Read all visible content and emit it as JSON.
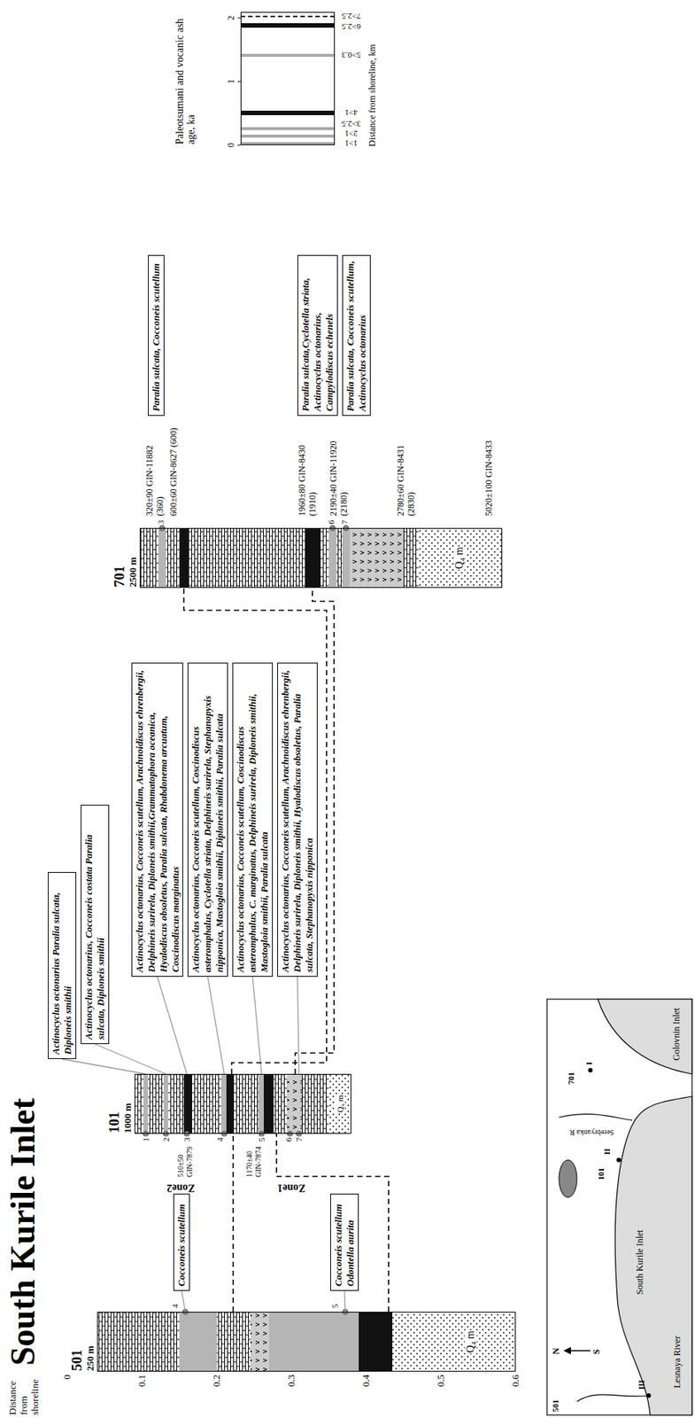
{
  "diagram": {
    "title": "South Kurile Inlet",
    "nodes": [
      {
        "text": [
          "501",
          "250 m"
        ]
      },
      {
        "text": [
          "Cocconeis scutellum"
        ]
      },
      {
        "text": [
          "Cocconeis scutellum Odontella aurita"
        ]
      },
      {
        "text": [
          "101",
          "1000 m"
        ]
      },
      {
        "text": [
          "Actinocyclus octonarius Paralia sulcata, Diploneis smithii"
        ]
      },
      {
        "text": [
          "Actinocyclus octonarius, Cocconeis costata Paralia sulcata, Diploneis smithii"
        ]
      },
      {
        "text": [
          "Actinocyclus octonarius, Cocconeis scutellum, Arachnoidiscus ehrenbergii, Delphineis surirela, Diploneis smithii,Grammatophora oceanica, Hyalodiscus obsoletus, Paralia sulcata, Rhabdonema arcuatum, Coscinodiscus marginatus"
        ]
      },
      {
        "text": [
          "Actinocyclus octonarius, Cocconeis scutellum, Coscinodiscus asteromphalus, Cyclotella striata, Delphineis surirela, Stephanopyxis nipponica, Mastogloia smithii, Diploneis smithii, Paralia sulcata"
        ]
      },
      {
        "text": [
          "Actinocyclus octonarius, Cocconeis scutellum, Coscinodiscus asteromphalus, C. marginatus, Delphineis surirela, Diploneis smithii, Mastogloia smithii, Paralia sulcata"
        ]
      },
      {
        "text": [
          "Actinocyclus octonarius, Cocconeis scutellum, Arachnoidiscus ehrenbergii, Delphineis surirela, Diploneis smithii, Hyalodiscus obsoletus, Paralia sulcata, Stephanopyxis nipponica"
        ]
      },
      {
        "text": [
          "701",
          "2500 m"
        ]
      },
      {
        "text": [
          "Paralia sulcata, Cocconeis scutellum"
        ]
      },
      {
        "text": [
          "Paralia sulcata,Cyclotella striata, Actinocyclus octonarius, Campylodiscus echenels"
        ]
      },
      {
        "text": [
          "Paralia sulcata, Cocconeis scutellum, Actinocyclus octonarius"
        ]
      },
      {
        "text": [
          "Paleotsumani and vocanic ash age, ka"
        ]
      }
    ],
    "edges": [
      {
        "from": 0,
        "to": 1,
        "arrow": "none"
      },
      {
        "from": 0,
        "to": 2,
        "arrow": "none"
      },
      {
        "from": 0,
        "to": 3,
        "arrow": "none"
      },
      {
        "from": 0,
        "to": 3,
        "arrow": "none"
      },
      {
        "from": 3,
        "to": 4,
        "arrow": "none"
      },
      {
        "from": 3,
        "to": 5,
        "arrow": "none"
      },
      {
        "from": 3,
        "to": 6,
        "arrow": "none"
      },
      {
        "from": 3,
        "to": 7,
        "arrow": "none"
      },
      {
        "from": 3,
        "to": 8,
        "arrow": "none"
      },
      {
        "from": 3,
        "to": 9,
        "arrow": "none"
      },
      {
        "from": 3,
        "to": 10,
        "arrow": "none"
      },
      {
        "from": 3,
        "to": 10,
        "arrow": "none"
      }
    ],
    "labels": [
      "Distance from shoreline",
      "0",
      "0.1",
      "0.2",
      "0.3",
      "0.4",
      "0.5",
      "0.6",
      "4",
      "5",
      "Q₄ m",
      "Zone2",
      "Zone1",
      "1",
      "2",
      "3",
      "4",
      "5",
      "6",
      "7",
      "510±50 GIN-7879",
      "1170±40 GIN-7874",
      "Q₄ m",
      "3",
      "6",
      "7",
      "320±90 GIN-11882 (360)",
      "600±60 GIN-8627 (600)",
      "1960±80 GIN-8430 (1910)",
      "2190±40 GIN-11920 (2180)",
      "2780±60 GIN-8431 (2830)",
      "5020±100 GIN-8433",
      "Q₄ m",
      "0",
      "1",
      "2",
      "1>1",
      "2>1",
      "3>2.5",
      "4>1",
      "5>0.3",
      "6>2.5",
      "7>2.5",
      "Distance from shoreline, km",
      "N",
      "S",
      "Golovnin Inlet",
      "Serebryanka R",
      "701",
      "I",
      "101",
      "II",
      "South Kurile Inlet",
      "501",
      "III",
      "Lesnaya River"
    ]
  }
}
